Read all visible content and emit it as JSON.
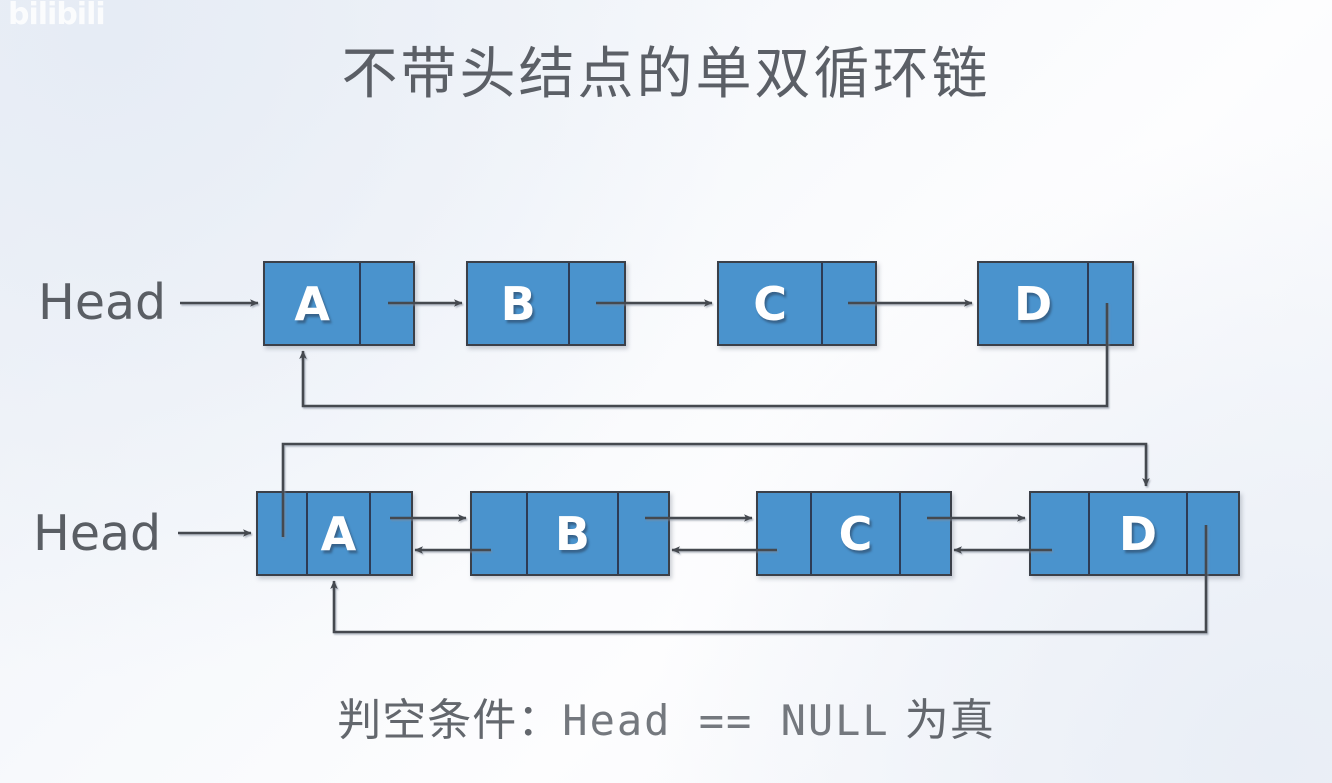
{
  "watermark": {
    "text": "bilibili"
  },
  "slide": {
    "title": "不带头结点的单双循环链",
    "caption_prefix": "判空条件：",
    "caption_code": "Head == NULL",
    "caption_suffix": " 为真",
    "background_color": "#f4f6fa",
    "node_fill": "#4a93cd",
    "node_border": "#3b4049",
    "text_color": "#5b5f66",
    "wire_color": "#44484f"
  },
  "diagrams": [
    {
      "id": "singly-circular-list",
      "type": "singly-linked-circular",
      "head_label": "Head",
      "nodes": [
        {
          "value": "A",
          "cells": [
            "data",
            "next"
          ]
        },
        {
          "value": "B",
          "cells": [
            "data",
            "next"
          ]
        },
        {
          "value": "C",
          "cells": [
            "data",
            "next"
          ]
        },
        {
          "value": "D",
          "cells": [
            "data",
            "next"
          ]
        }
      ],
      "links": [
        {
          "from": "A.next",
          "to": "B",
          "direction": "right"
        },
        {
          "from": "B.next",
          "to": "C",
          "direction": "right"
        },
        {
          "from": "C.next",
          "to": "D",
          "direction": "right"
        },
        {
          "from": "D.next",
          "to": "A",
          "direction": "loop-bottom"
        },
        {
          "from": "Head",
          "to": "A",
          "direction": "right"
        }
      ]
    },
    {
      "id": "doubly-circular-list",
      "type": "doubly-linked-circular",
      "head_label": "Head",
      "nodes": [
        {
          "value": "A",
          "cells": [
            "prev",
            "data",
            "next"
          ]
        },
        {
          "value": "B",
          "cells": [
            "prev",
            "data",
            "next"
          ]
        },
        {
          "value": "C",
          "cells": [
            "prev",
            "data",
            "next"
          ]
        },
        {
          "value": "D",
          "cells": [
            "prev",
            "data",
            "next"
          ]
        }
      ],
      "links": [
        {
          "from": "A.next",
          "to": "B",
          "direction": "right"
        },
        {
          "from": "B.prev",
          "to": "A",
          "direction": "left"
        },
        {
          "from": "B.next",
          "to": "C",
          "direction": "right"
        },
        {
          "from": "C.prev",
          "to": "B",
          "direction": "left"
        },
        {
          "from": "C.next",
          "to": "D",
          "direction": "right"
        },
        {
          "from": "D.prev",
          "to": "C",
          "direction": "left"
        },
        {
          "from": "A.prev",
          "to": "D",
          "direction": "loop-top"
        },
        {
          "from": "D.next",
          "to": "A",
          "direction": "loop-bottom"
        },
        {
          "from": "Head",
          "to": "A",
          "direction": "right"
        }
      ]
    }
  ]
}
